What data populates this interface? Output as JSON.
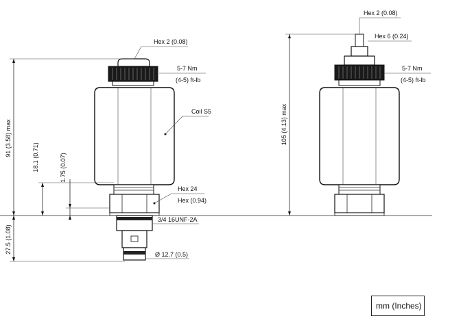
{
  "left_view": {
    "hex_top": "Hex 2 (0.08)",
    "torque": "5-7 Nm",
    "torque_imperial": "(4-5) ft-lb",
    "coil": "Coil S5",
    "hex_body": "Hex 24",
    "hex_body_imperial": "Hex (0.94)",
    "thread": "3/4 16UNF-2A",
    "diameter": "Ø 12.7 (0.5)",
    "dim_overall": "91 (3.58) max",
    "dim_181": "18.1 (0.71)",
    "dim_175": "1.75 (0.07)",
    "dim_275": "27.5 (1.08)"
  },
  "right_view": {
    "hex_top": "Hex 2 (0.08)",
    "hex_nut": "Hex 6 (0.24)",
    "torque": "5-7 Nm",
    "torque_imperial": "(4-5) ft-lb",
    "dim_overall": "105 (4.13) max"
  },
  "units_label": "mm (Inches)"
}
